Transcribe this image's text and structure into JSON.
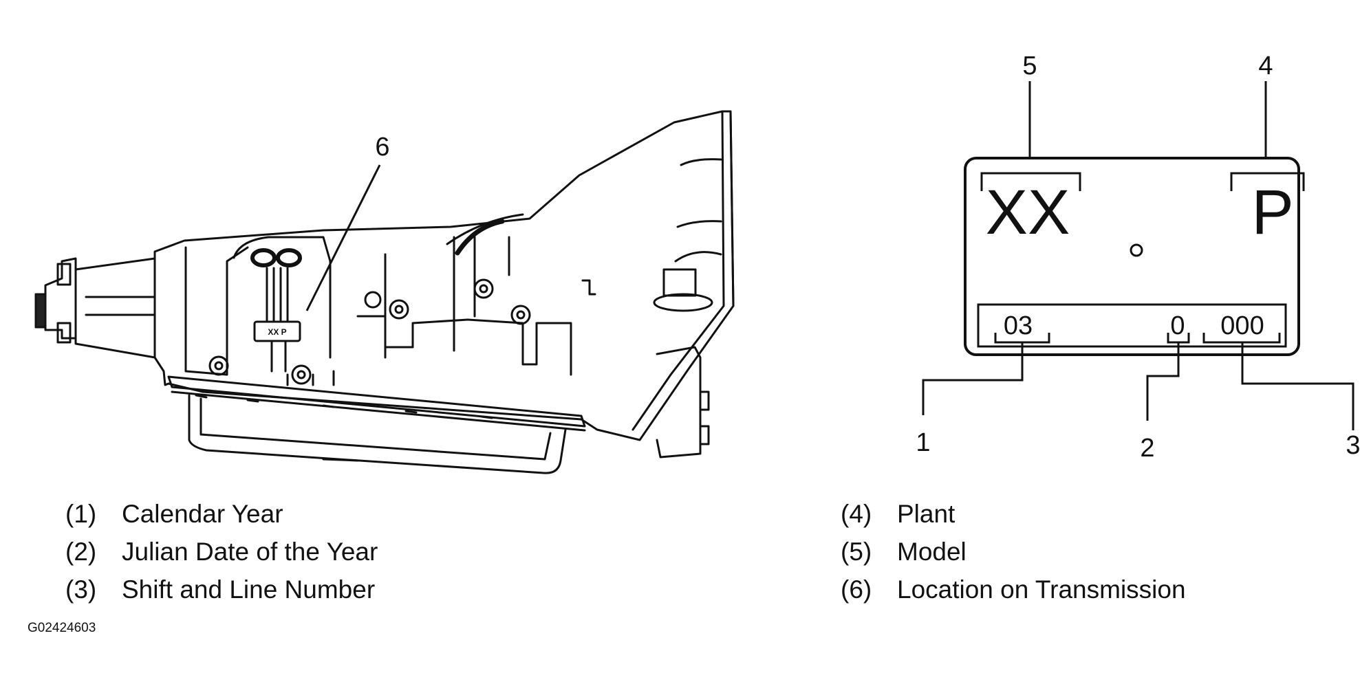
{
  "callouts": {
    "c1": "1",
    "c2": "2",
    "c3": "3",
    "c4": "4",
    "c5": "5",
    "c6": "6"
  },
  "tag": {
    "model": "XX",
    "plant": "P",
    "year": "03",
    "julian": "0",
    "shift_line": "000",
    "mini_text": "XX  P"
  },
  "legend_left": [
    {
      "num": "(1)",
      "label": "Calendar Year"
    },
    {
      "num": "(2)",
      "label": "Julian Date of the Year"
    },
    {
      "num": "(3)",
      "label": "Shift and Line Number"
    }
  ],
  "legend_right": [
    {
      "num": "(4)",
      "label": "Plant"
    },
    {
      "num": "(5)",
      "label": "Model"
    },
    {
      "num": "(6)",
      "label": "Location on Transmission"
    }
  ],
  "figure_id": "G02424603"
}
